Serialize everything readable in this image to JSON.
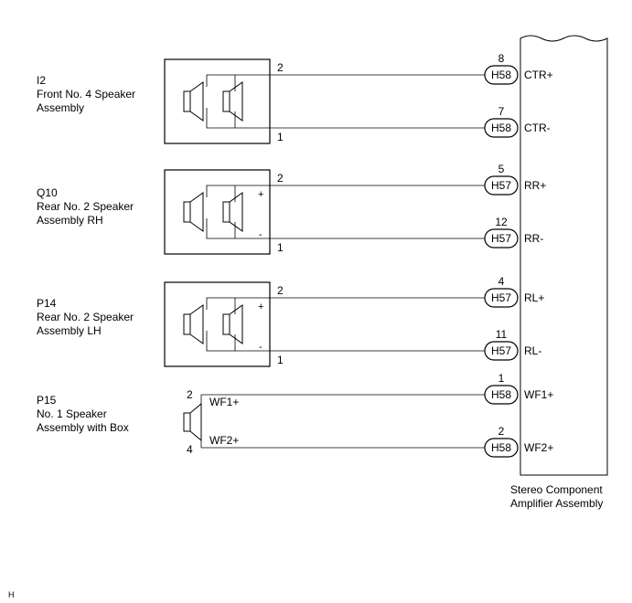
{
  "speakers": [
    {
      "code": "I2",
      "name_line1": "Front No. 4 Speaker",
      "name_line2": "Assembly",
      "pin_top": "2",
      "pin_bottom": "1",
      "term_plus": "",
      "term_minus": ""
    },
    {
      "code": "Q10",
      "name_line1": "Rear No. 2 Speaker",
      "name_line2": "Assembly RH",
      "pin_top": "2",
      "pin_bottom": "1",
      "term_plus": "+",
      "term_minus": "-"
    },
    {
      "code": "P14",
      "name_line1": "Rear No. 2 Speaker",
      "name_line2": "Assembly LH",
      "pin_top": "2",
      "pin_bottom": "1",
      "term_plus": "+",
      "term_minus": "-"
    }
  ],
  "woofer": {
    "code": "P15",
    "name_line1": "No. 1 Speaker",
    "name_line2": "Assembly with Box",
    "pin_top": "2",
    "pin_bottom": "4",
    "wire_top": "WF1+",
    "wire_bottom": "WF2+"
  },
  "connections": [
    {
      "pin": "8",
      "connector": "H58",
      "signal": "CTR+"
    },
    {
      "pin": "7",
      "connector": "H58",
      "signal": "CTR-"
    },
    {
      "pin": "5",
      "connector": "H57",
      "signal": "RR+"
    },
    {
      "pin": "12",
      "connector": "H57",
      "signal": "RR-"
    },
    {
      "pin": "4",
      "connector": "H57",
      "signal": "RL+"
    },
    {
      "pin": "11",
      "connector": "H57",
      "signal": "RL-"
    },
    {
      "pin": "1",
      "connector": "H58",
      "signal": "WF1+"
    },
    {
      "pin": "2",
      "connector": "H58",
      "signal": "WF2+"
    }
  ],
  "amplifier": {
    "name_line1": "Stereo Component",
    "name_line2": "Amplifier Assembly"
  },
  "footer_mark": "H"
}
